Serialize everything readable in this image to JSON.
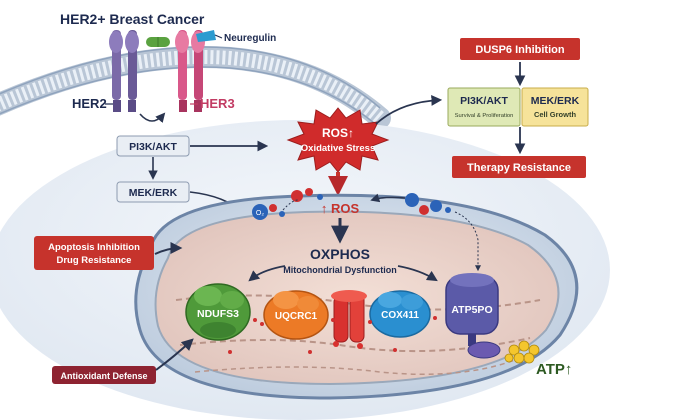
{
  "title": "HER2+ Breast Cancer",
  "ligand": "Neuregulin",
  "receptors": {
    "her2": "HER2",
    "her3": "HER3"
  },
  "cytoplasm": {
    "pi3k": "PI3K/AKT",
    "mek": "MEK/ERK"
  },
  "ros_burst": {
    "title": "ROS↑",
    "subtitle": "Oxidative Stress"
  },
  "dusp6": {
    "title": "DUSP6 Inhibition",
    "pi3k_title": "PI3K/AKT",
    "pi3k_sub": "Survival & Proliferation",
    "mek_title": "MEK/ERK",
    "mek_sub": "Cell Growth",
    "therapy": "Therapy Resistance"
  },
  "mito": {
    "ros_up": "↑ ROS",
    "oxphos": "OXPHOS",
    "dysfunction": "Mitochondrial Dysfunction",
    "proteins": [
      "NDUFS3",
      "UQCRC1",
      "COX411",
      "ATP5PO"
    ],
    "atp": "ATP↑",
    "o2_label": "O₂"
  },
  "side_labels": {
    "apoptosis_line1": "Apoptosis Inhibition",
    "apoptosis_line2": "Drug Resistance",
    "antioxidant": "Antioxidant Defense"
  },
  "colors": {
    "red": "#c6332c",
    "dark_red": "#8e2331",
    "navy": "#1d2a4f",
    "her2": "#7b6aa8",
    "her3": "#d9588a",
    "ndufs3": "#4f9a3a",
    "uqcrc1": "#ec7a26",
    "complex_red": "#d8312f",
    "cox411": "#2a8fd0",
    "atp5po": "#5b5aa8",
    "atp_yellow": "#f4c62d",
    "green_box": "#dfe9b6",
    "yellow_box": "#f6e39a"
  }
}
